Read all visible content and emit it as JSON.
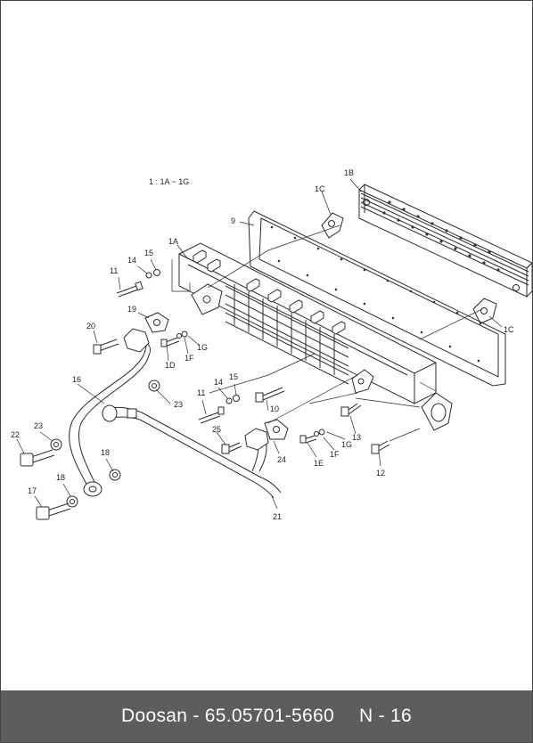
{
  "diagram": {
    "ratio_note": "1 : 1A ~ 1G",
    "callouts": {
      "c1A": "1A",
      "c1B": "1B",
      "c1C_top": "1C",
      "c1C_right": "1C",
      "c9": "9",
      "c11_top": "11",
      "c14_top": "14",
      "c15_top": "15",
      "c19": "19",
      "c20": "20",
      "c1D": "1D",
      "c1F_left": "1F",
      "c1G_left": "1G",
      "c16": "16",
      "c23_right": "23",
      "c23_left": "23",
      "c22": "22",
      "c18_top": "18",
      "c18_left": "18",
      "c17": "17",
      "c14_mid": "14",
      "c15_mid": "15",
      "c11_mid": "11",
      "c10": "10",
      "c25": "25",
      "c24": "24",
      "c21": "21",
      "c1E": "1E",
      "c1F_right": "1F",
      "c1G_right": "1G",
      "c13": "13",
      "c12": "12"
    }
  },
  "footer": {
    "brand_part": "Doosan - 65.05701-5660",
    "page_ref": "N - 16"
  }
}
